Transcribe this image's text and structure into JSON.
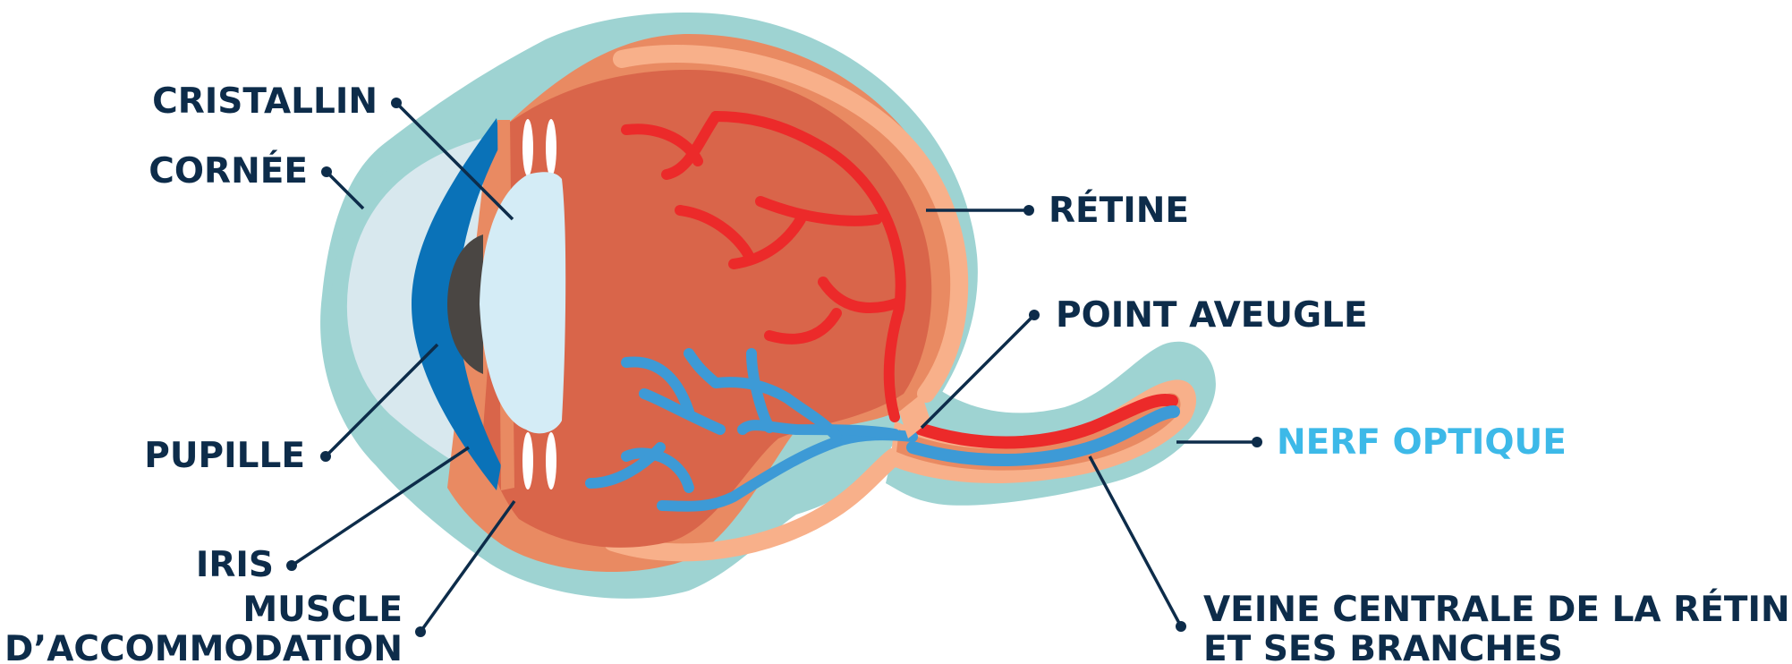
{
  "labels": {
    "cristallin": "CRISTALLIN",
    "cornee": "CORNÉE",
    "pupille": "PUPILLE",
    "iris": "IRIS",
    "muscle_line1": "MUSCLE",
    "muscle_line2": "D’ACCOMMODATION",
    "retine": "RÉTINE",
    "point_aveugle": "POINT AVEUGLE",
    "nerf_optique": "NERF OPTIQUE",
    "veine_line1": "VEINE CENTRALE DE LA RÉTINE",
    "veine_line2": "ET SES BRANCHES"
  },
  "colors": {
    "label_text": "#0d2c4a",
    "accent_label": "#3db9e8",
    "sclera_outer": "#9ed3d2",
    "choroid": "#e98a62",
    "retina_band": "#f8b08a",
    "vitreous": "#d9654a",
    "cornea": "#d8e8ee",
    "iris": "#0a72b8",
    "pupil": "#4a4643",
    "lens": "#d4ecf6",
    "artery": "#ec2a2a",
    "vein": "#3d9ad6"
  }
}
